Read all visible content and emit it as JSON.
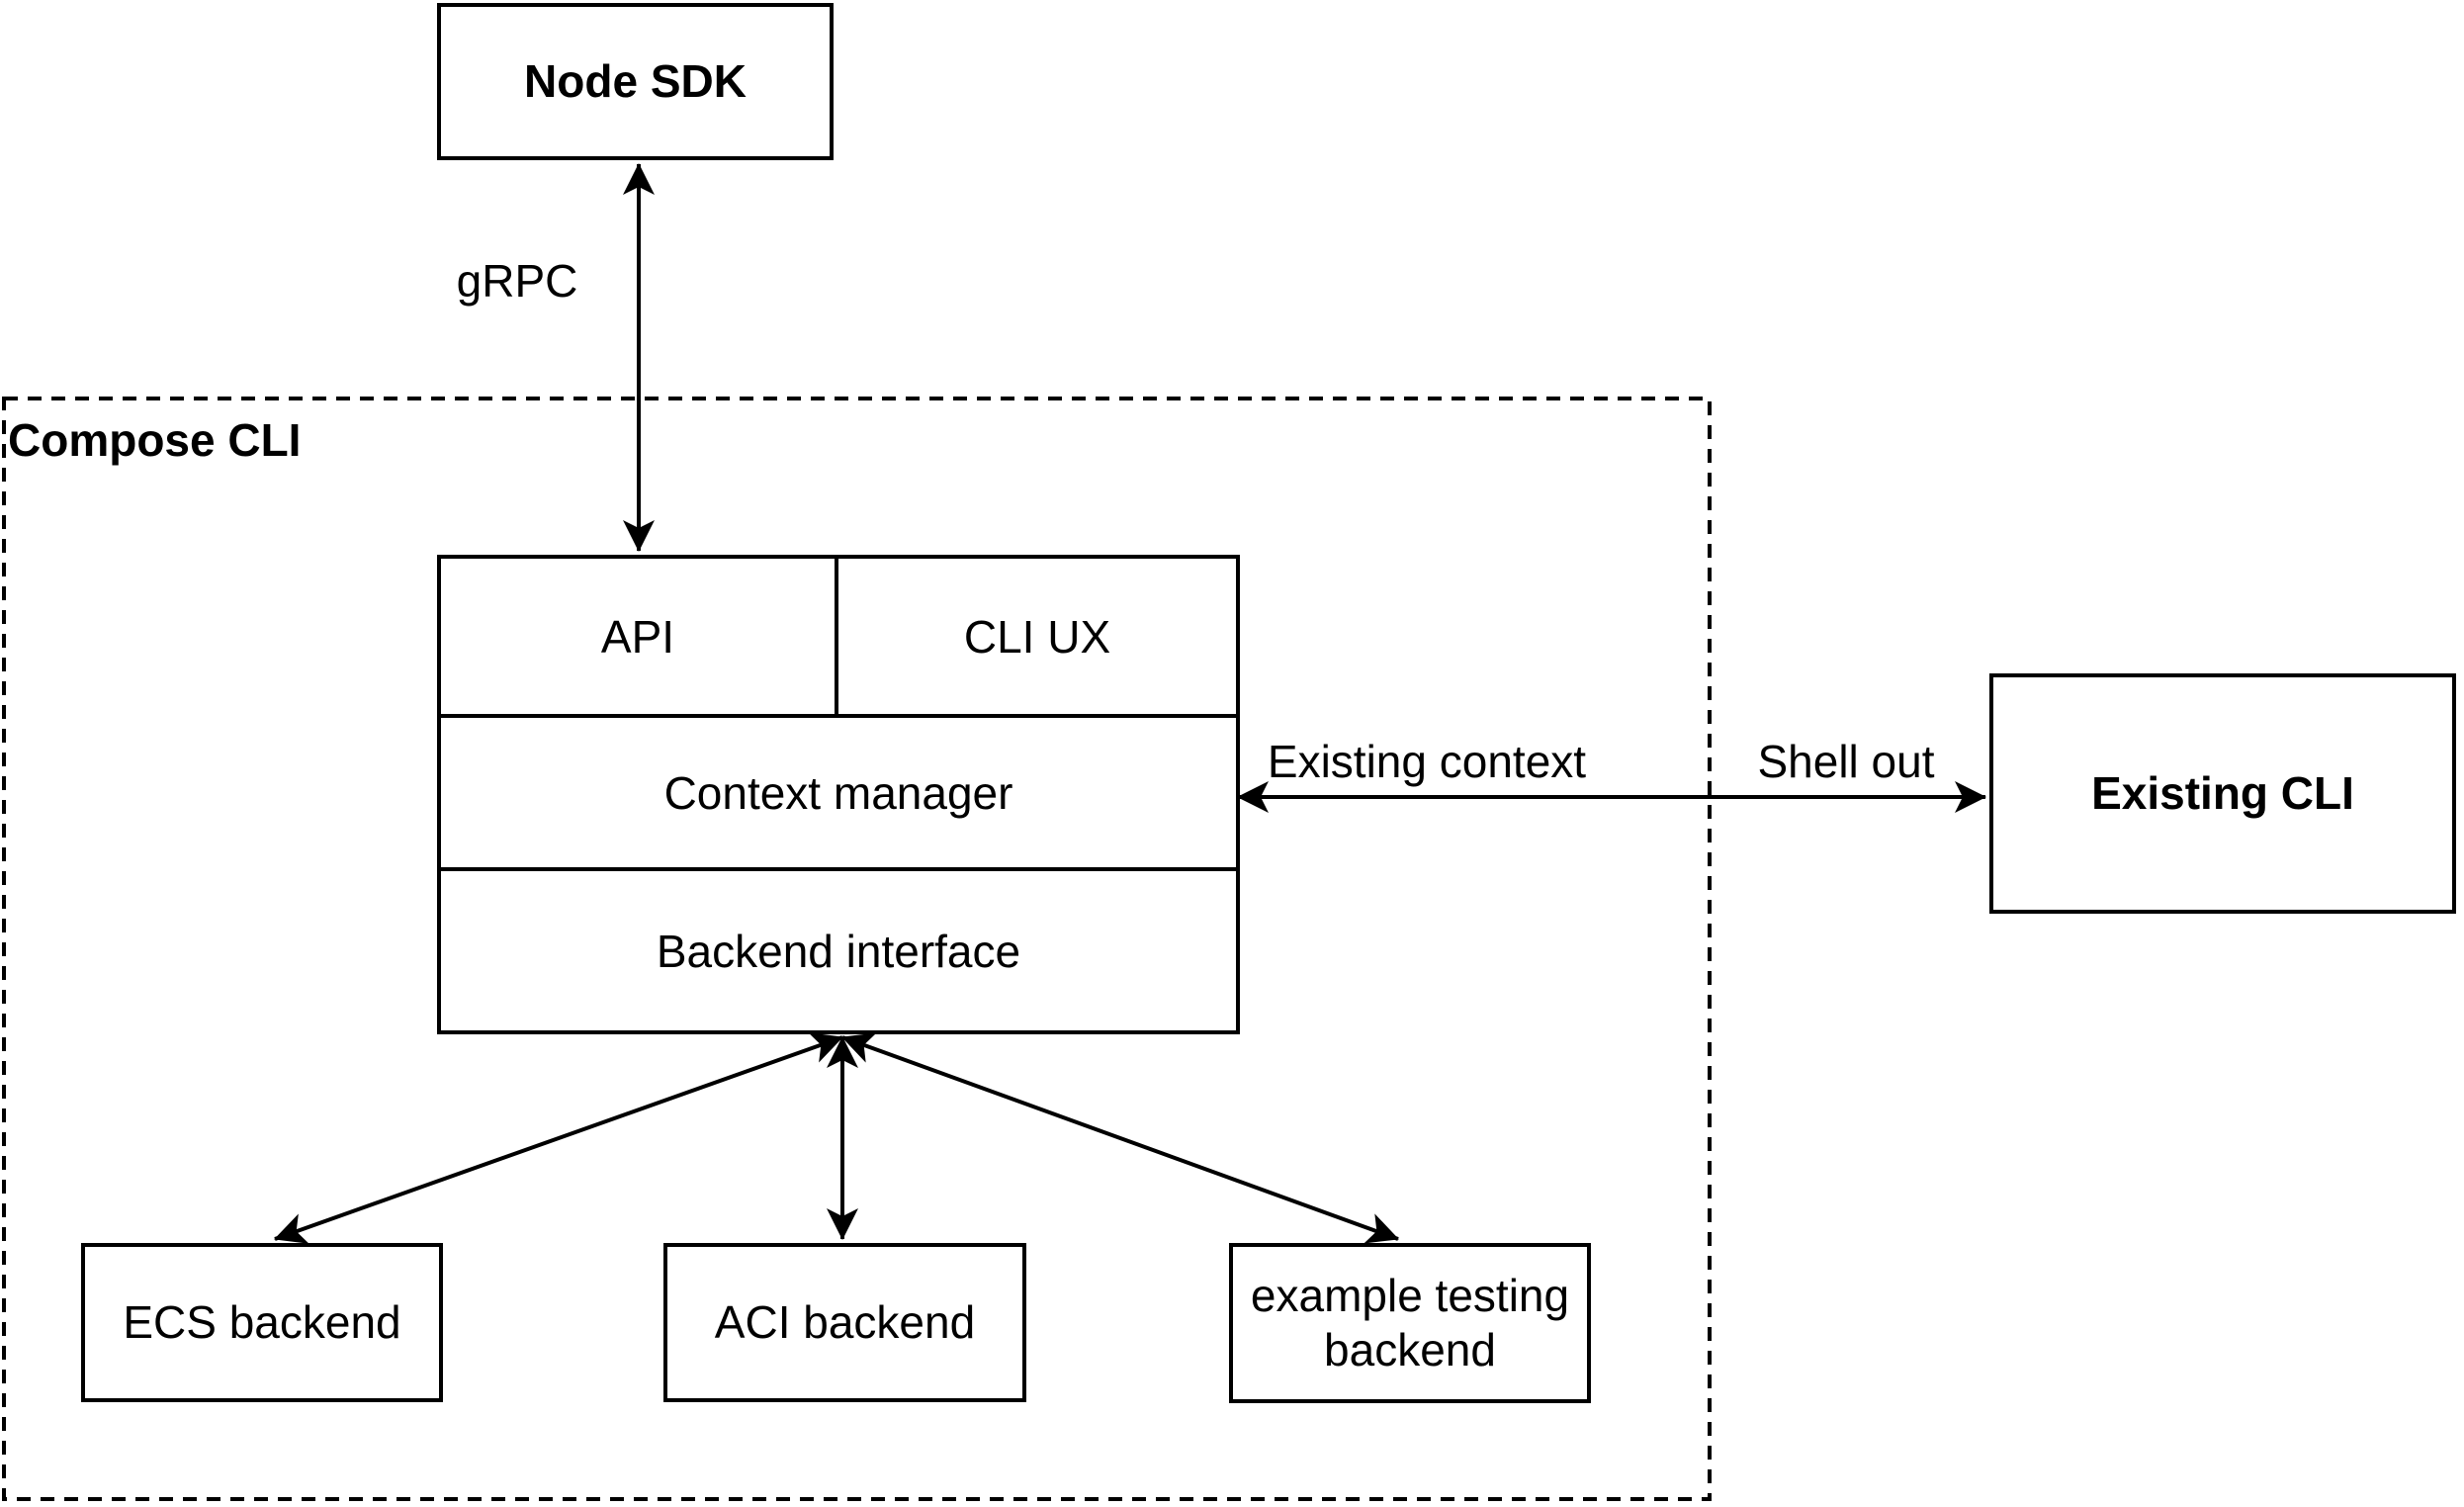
{
  "colors": {
    "stroke": "#000000",
    "background": "#ffffff",
    "text": "#000000"
  },
  "group": {
    "compose_cli": {
      "label": "Compose CLI"
    }
  },
  "nodes": {
    "node_sdk": {
      "label": "Node SDK"
    },
    "api": {
      "label": "API"
    },
    "cli_ux": {
      "label": "CLI UX"
    },
    "context_manager": {
      "label": "Context manager"
    },
    "backend_interface": {
      "label": "Backend interface"
    },
    "ecs_backend": {
      "label": "ECS backend"
    },
    "aci_backend": {
      "label": "ACI backend"
    },
    "example_testing_backend": {
      "label": "example testing backend"
    },
    "existing_cli": {
      "label": "Existing CLI"
    }
  },
  "edges": {
    "grpc": {
      "label": "gRPC",
      "from": "Node SDK",
      "to": "API",
      "arrows": "both"
    },
    "existing_context": {
      "label": "Existing context",
      "from": "Context manager",
      "to": "Existing CLI",
      "arrows": "both"
    },
    "shell_out": {
      "label": "Shell out",
      "from": "Context manager",
      "to": "Existing CLI",
      "arrows": "both"
    },
    "backend_to_ecs": {
      "from": "Backend interface",
      "to": "ECS backend",
      "arrows": "both"
    },
    "backend_to_aci": {
      "from": "Backend interface",
      "to": "ACI backend",
      "arrows": "both"
    },
    "backend_to_example": {
      "from": "Backend interface",
      "to": "example testing backend",
      "arrows": "both"
    }
  }
}
